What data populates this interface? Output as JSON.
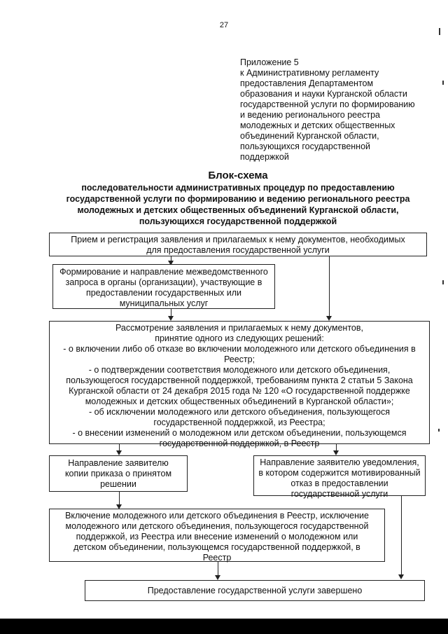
{
  "page_number": "27",
  "appendix": {
    "lines": [
      "Приложение 5",
      "к Административному регламенту",
      "предоставления Департаментом",
      "образования и науки Курганской области",
      "государственной услуги по формированию",
      "и ведению регионального реестра",
      "молодежных и детских общественных",
      "объединений Курганской области,",
      "пользующихся государственной",
      "поддержкой"
    ]
  },
  "title": "Блок-схема",
  "subtitle_lines": [
    "последовательности административных процедур по предоставлению",
    "государственной услуги по формированию и ведению регионального реестра",
    "молодежных и детских общественных объединений Курганской области,",
    "пользующихся государственной поддержкой"
  ],
  "flowchart": {
    "step1": [
      "Прием и регистрация заявления и прилагаемых к нему документов, необходимых",
      "для предоставления государственной услуги"
    ],
    "step2": [
      "Формирование и направление межведомственного",
      "запроса в органы (организации), участвующие в",
      "предоставлении государственных или",
      "муниципальных услуг"
    ],
    "step3": [
      "Рассмотрение заявления и прилагаемых к нему документов,",
      "принятие одного из следующих решений:",
      "- о включении либо об отказе во включении молодежного или детского объединения в",
      "Реестр;",
      "- о подтверждении соответствия молодежного или детского объединения,",
      "пользующегося государственной поддержкой, требованиям пункта 2 статьи 5 Закона",
      "Курганской области от 24 декабря 2015 года № 120 «О государственной поддержке",
      "молодежных и детских общественных объединений в Курганской области»;",
      "- об исключении молодежного или детского объединения, пользующегося",
      "государственной поддержкой, из Реестра;",
      "- о внесении изменений о молодежном или детском объединении, пользующемся",
      "государственной поддержкой, в Реестр"
    ],
    "step4_left": [
      "Направление заявителю",
      "копии приказа о принятом",
      "решении"
    ],
    "step4_right": [
      "Направление заявителю уведомления,",
      "в котором содержится мотивированный",
      "отказ в предоставлении",
      "государственной услуги"
    ],
    "step5": [
      "Включение молодежного или детского объединения в Реестр, исключение",
      "молодежного или детского объединения, пользующегося государственной",
      "поддержкой, из Реестра или внесение изменений о молодежном или",
      "детском объединении, пользующемся государственной поддержкой, в",
      "Реестр"
    ],
    "step6": [
      "Предоставление государственной услуги завершено"
    ]
  }
}
